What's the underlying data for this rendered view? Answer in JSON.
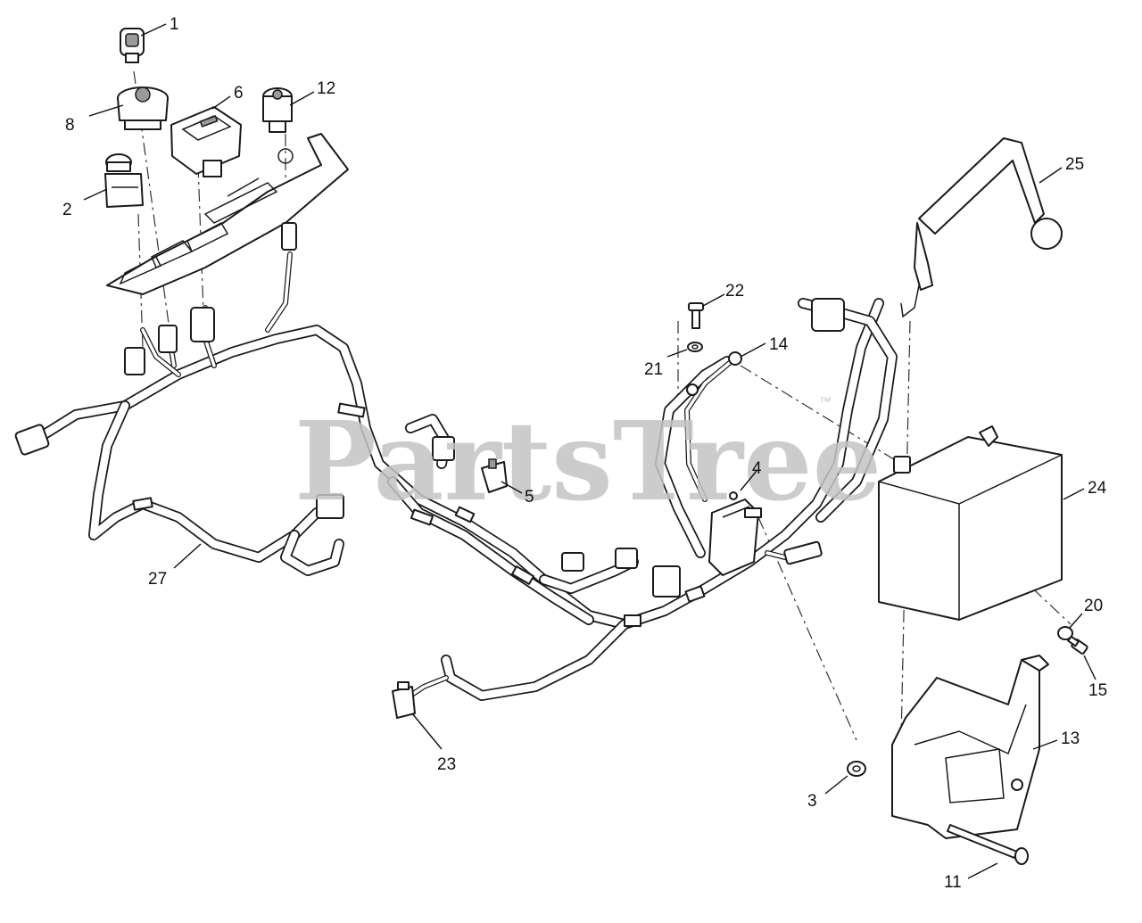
{
  "watermark": {
    "text": "PartsTree",
    "trademark": "™"
  },
  "callouts": {
    "c1": "1",
    "c2": "2",
    "c3": "3",
    "c4": "4",
    "c5": "5",
    "c6": "6",
    "c8": "8",
    "c11": "11",
    "c12": "12",
    "c13": "13",
    "c14": "14",
    "c15": "15",
    "c20": "20",
    "c21": "21",
    "c22": "22",
    "c23": "23",
    "c24": "24",
    "c25": "25",
    "c27": "27"
  }
}
